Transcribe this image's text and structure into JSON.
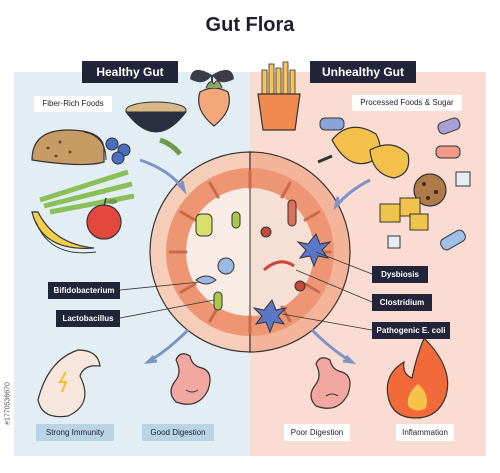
{
  "title": "Gut Flora",
  "healthy": {
    "header": "Healthy Gut",
    "food_label": "Fiber-Rich Foods",
    "bacteria": [
      "Bifidobacterium",
      "Lactobacillus"
    ],
    "outcomes": [
      "Strong Immunity",
      "Good Digestion"
    ]
  },
  "unhealthy": {
    "header": "Unhealthy Gut",
    "food_label": "Processed Foods & Sugar",
    "bacteria": [
      "Dysbiosis",
      "Clostridium",
      "Pathogenic E. coli"
    ],
    "outcomes": [
      "Poor Digestion",
      "Inflammation"
    ]
  },
  "stock_id": "#1770536670",
  "colors": {
    "healthy_bg": "#e3eef4",
    "unhealthy_bg": "#fbdcd2",
    "label_dark": "#22253a",
    "outcome_blue": "#b8d4e6",
    "arrow": "#7d93c8"
  }
}
